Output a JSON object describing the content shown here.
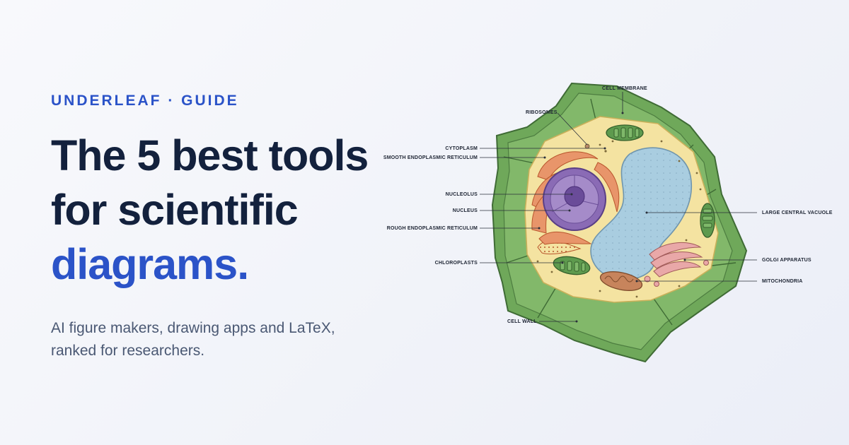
{
  "hero": {
    "eyebrow": "UNDERLEAF · GUIDE",
    "headline": {
      "line1": "The 5 best tools",
      "line2": "for scientific",
      "line3": "diagrams."
    },
    "subtitle": {
      "line1": "AI figure makers, drawing apps and LaTeX,",
      "line2": "ranked for researchers."
    }
  },
  "diagram": {
    "labels": {
      "cell_membrane": "CELL MEMBRANE",
      "ribosomes": "RIBOSOMES",
      "cytoplasm": "CYTOPLASM",
      "smooth_er": "SMOOTH ENDOPLASMIC RETICULUM",
      "nucleolus": "NUCLEOLUS",
      "nucleus": "NUCLEUS",
      "rough_er": "ROUGH ENDOPLASMIC RETICULUM",
      "chloroplasts": "CHLOROPLASTS",
      "cell_wall": "CELL WALL",
      "large_central_vacuole": "LARGE CENTRAL VACUOLE",
      "golgi_apparatus": "GOLGI APPARATUS",
      "mitochondria": "MITOCHONDRIA"
    }
  },
  "colors": {
    "accent": "#2b53c8",
    "headline": "#13213d",
    "body": "#4a5873",
    "cell_wall": "#6fa85a",
    "cytoplasm": "#f4e3a1",
    "vacuole": "#a9cde0",
    "nucleus": "#8a6bb5"
  }
}
